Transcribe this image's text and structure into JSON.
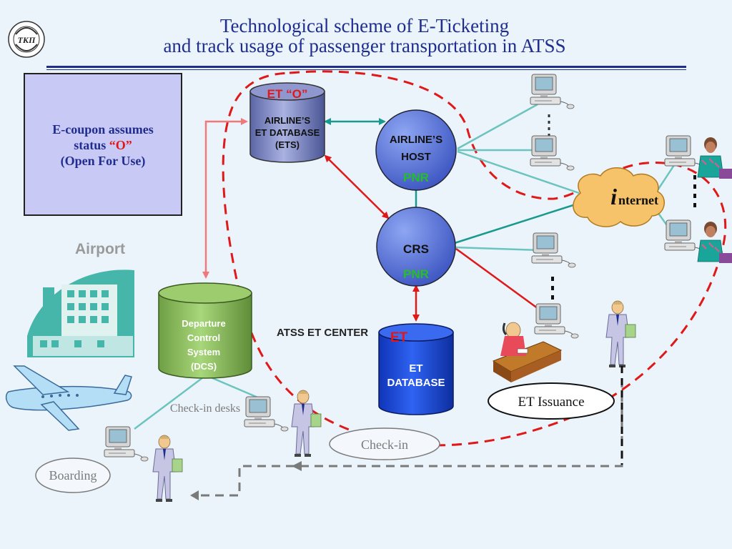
{
  "title": {
    "line1": "Technological scheme of E-Ticketing",
    "line2": "and track usage of passenger transportation in ATSS"
  },
  "logo": {
    "text": "ТКП"
  },
  "coupon": {
    "line1": "E-coupon assumes",
    "line2_prefix": "status ",
    "status": "“O”",
    "line3": "(Open For Use)"
  },
  "labels": {
    "airport": "Airport",
    "et_o": "ET “O”",
    "ets_line1": "AIRLINE’S",
    "ets_line2": "ET DATABASE",
    "ets_line3": "(ETS)",
    "host_line1": "AIRLINE’S",
    "host_line2": "HOST",
    "host_pnr": "PNR",
    "crs": "CRS",
    "crs_pnr": "PNR",
    "internet_i": "i",
    "internet_rest": "nternet",
    "center": "ATSS ET CENTER",
    "et": "ET",
    "etdb_line1": "ET",
    "etdb_line2": "DATABASE",
    "dcs_line1": "Departure",
    "dcs_line2": "Control",
    "dcs_line3": "System",
    "dcs_line4": "(DCS)",
    "checkin_desks": "Check-in desks",
    "checkin": "Check-in",
    "boarding": "Boarding",
    "et_issuance": "ET Issuance"
  },
  "colors": {
    "background": "#ebf4fb",
    "title": "#1f2d8f",
    "teal_link": "#6cc4be",
    "dark_teal_link": "#1a9a8e",
    "red_arrow": "#e01818",
    "pink_arrow": "#f07878",
    "dashed_boundary": "#e01818",
    "pnr_green": "#22c022",
    "node_blue": "#4f6cd4",
    "etdb_blue": "#1644d8",
    "dcs_green": "#8bbf5c",
    "coupon_fill": "#c9c9f5"
  }
}
